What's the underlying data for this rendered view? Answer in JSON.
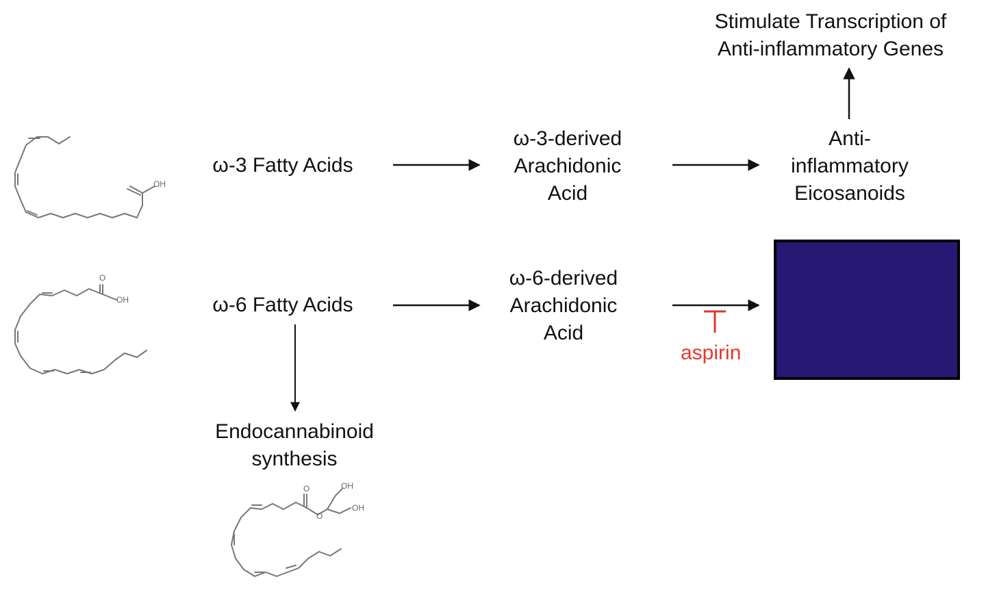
{
  "nodes": {
    "stimulate": [
      "Stimulate Transcription of",
      "Anti-inflammatory Genes"
    ],
    "omega3_fa": "ω-3 Fatty Acids",
    "omega3_aa": [
      "ω-3-derived",
      "Arachidonic",
      "Acid"
    ],
    "anti_eico": [
      "Anti-",
      "inflammatory",
      "Eicosanoids"
    ],
    "omega6_fa": "ω-6 Fatty Acids",
    "omega6_aa": [
      "ω-6-derived",
      "Arachidonic",
      "Acid"
    ],
    "endocannabinoid": [
      "Endocannabinoid",
      "synthesis"
    ]
  },
  "inhibitor": {
    "label": "aspirin",
    "color": "#e8392d"
  },
  "hidden_box": {
    "fill": "#261873",
    "border": "#000000"
  },
  "structure_labels": {
    "oh": "OH",
    "o": "O"
  }
}
